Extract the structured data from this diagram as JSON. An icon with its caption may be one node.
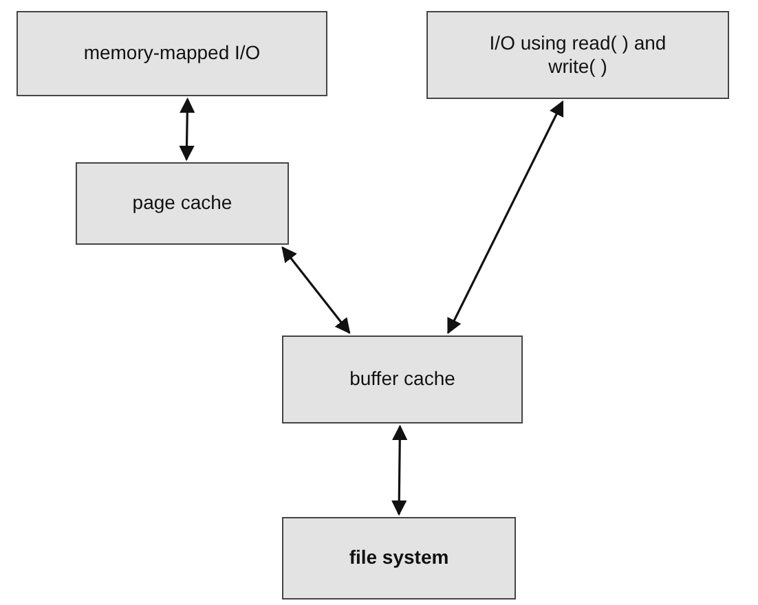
{
  "diagram": {
    "nodes": [
      {
        "text": [
          "memory-mapped I/O"
        ]
      },
      {
        "text": [
          "I/O using read( ) and write( )"
        ]
      },
      {
        "text": [
          "page cache"
        ]
      },
      {
        "text": [
          "buffer cache"
        ]
      },
      {
        "text": [
          "file system"
        ]
      }
    ],
    "edges": [
      {
        "from": 0,
        "to": 2,
        "arrow": "both"
      },
      {
        "from": 2,
        "to": 3,
        "arrow": "both"
      },
      {
        "from": 1,
        "to": 3,
        "arrow": "both"
      },
      {
        "from": 3,
        "to": 4,
        "arrow": "both"
      }
    ]
  }
}
